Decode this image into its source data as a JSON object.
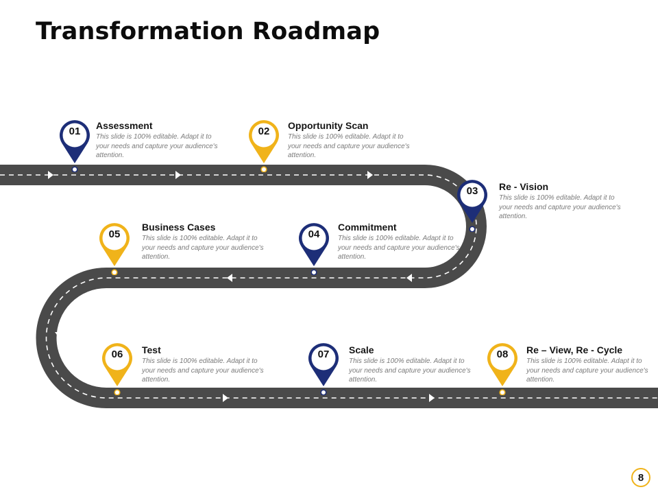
{
  "title": "Transformation Roadmap",
  "page_number": "8",
  "colors": {
    "road": "#4a4a4a",
    "navy": "#1d2e78",
    "gold": "#f0b31a",
    "lane": "#ffffff"
  },
  "steps": [
    {
      "num": "01",
      "title": "Assessment",
      "desc": "This slide is 100% editable. Adapt it to your needs and capture your audience's attention.",
      "color": "navy"
    },
    {
      "num": "02",
      "title": "Opportunity Scan",
      "desc": "This slide is 100% editable. Adapt it to your needs and capture your audience's attention.",
      "color": "gold"
    },
    {
      "num": "03",
      "title": "Re - Vision",
      "desc": "This slide is 100% editable. Adapt it to your needs and capture your audience's attention.",
      "color": "navy"
    },
    {
      "num": "04",
      "title": "Commitment",
      "desc": "This slide is 100% editable. Adapt it to your needs and capture your audience's attention.",
      "color": "navy"
    },
    {
      "num": "05",
      "title": "Business Cases",
      "desc": "This slide is 100% editable. Adapt it to your needs and capture your audience's attention.",
      "color": "gold"
    },
    {
      "num": "06",
      "title": "Test",
      "desc": "This slide is 100% editable. Adapt it to your needs and capture your audience's attention.",
      "color": "gold"
    },
    {
      "num": "07",
      "title": "Scale",
      "desc": "This slide is 100% editable. Adapt it to your needs and capture your audience's attention.",
      "color": "navy"
    },
    {
      "num": "08",
      "title": "Re – View, Re - Cycle",
      "desc": "This slide is 100% editable. Adapt it to your needs and capture your audience's attention.",
      "color": "gold"
    }
  ]
}
